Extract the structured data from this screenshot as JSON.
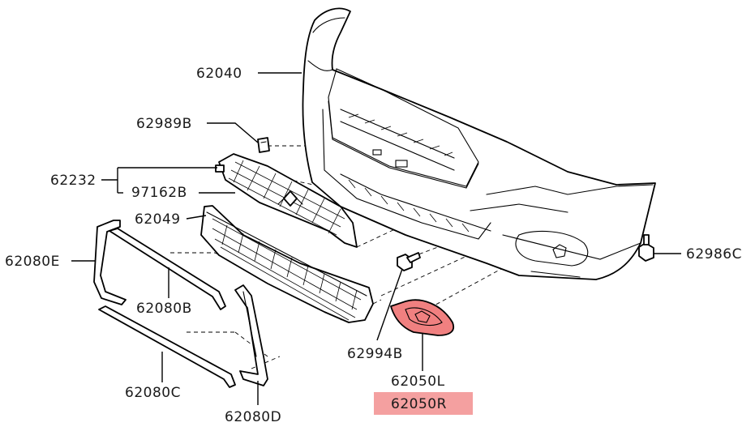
{
  "colors": {
    "highlight_fill": "#f08080",
    "highlight_label_bg": "#f4a0a0",
    "line": "#000000"
  },
  "labels": {
    "bumper": "62040",
    "clip_62989b": "62989B",
    "grille_assy": "62232",
    "emblem_grille": "97162B",
    "lower_grille": "62049",
    "molding_e": "62080E",
    "molding_b": "62080B",
    "molding_c": "62080C",
    "molding_d": "62080D",
    "bolt_62994b": "62994B",
    "fog_cover_l": "62050L",
    "fog_cover_r": "62050R",
    "screw_62986c": "62986C"
  }
}
